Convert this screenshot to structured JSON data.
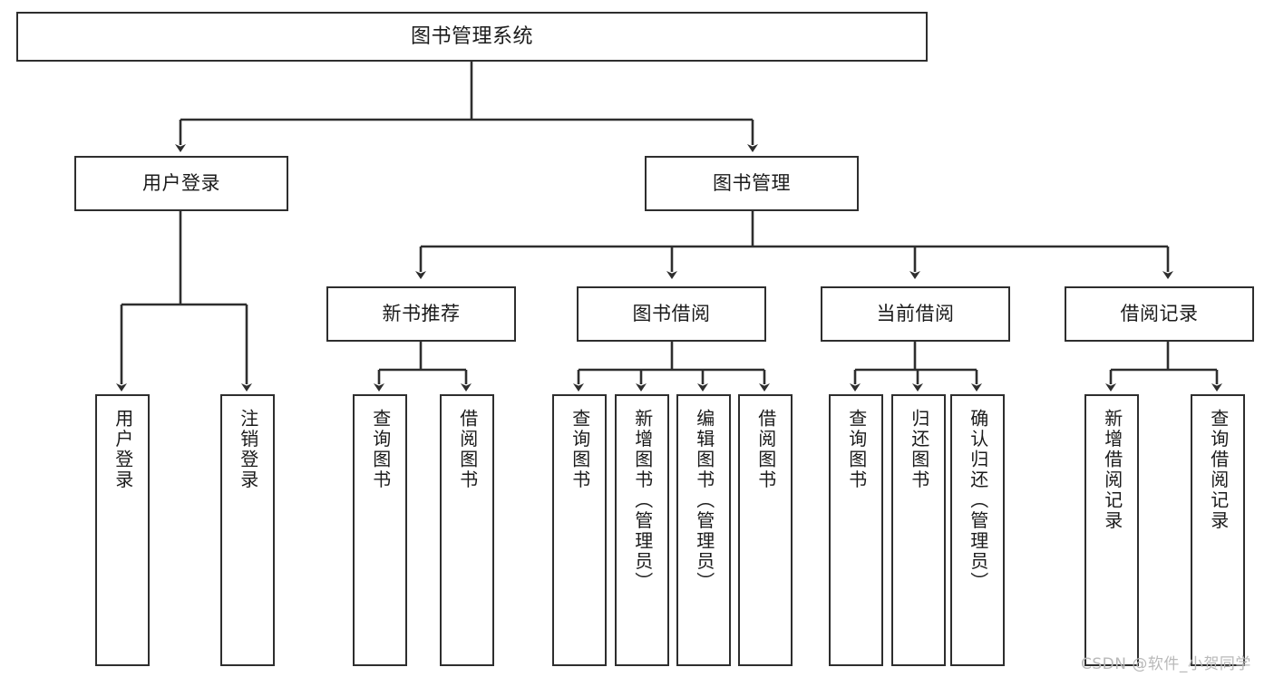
{
  "diagram": {
    "title": "图书管理系统",
    "root": {
      "label": "图书管理系统"
    },
    "level2": [
      {
        "label": "用户登录"
      },
      {
        "label": "图书管理"
      }
    ],
    "level3": [
      {
        "label": "新书推荐"
      },
      {
        "label": "图书借阅"
      },
      {
        "label": "当前借阅"
      },
      {
        "label": "借阅记录"
      }
    ],
    "leaves": {
      "user_login": [
        {
          "label": "用户登录"
        },
        {
          "label": "注销登录"
        }
      ],
      "new_book_recommend": [
        {
          "label": "查询图书"
        },
        {
          "label": "借阅图书"
        }
      ],
      "book_borrow": [
        {
          "label": "查询图书"
        },
        {
          "label": "新增图书（管理员）"
        },
        {
          "label": "编辑图书（管理员）"
        },
        {
          "label": "借阅图书"
        }
      ],
      "current_borrow": [
        {
          "label": "查询图书"
        },
        {
          "label": "归还图书"
        },
        {
          "label": "确认归还（管理员）"
        }
      ],
      "borrow_record": [
        {
          "label": "新增借阅记录"
        },
        {
          "label": "查询借阅记录"
        }
      ]
    }
  },
  "watermark": {
    "text": "CSDN @软件_小贺同学"
  },
  "colors": {
    "stroke": "#2e2e2e",
    "background": "#ffffff",
    "text": "#1b1b1b",
    "watermark": "#b9b9b9"
  }
}
